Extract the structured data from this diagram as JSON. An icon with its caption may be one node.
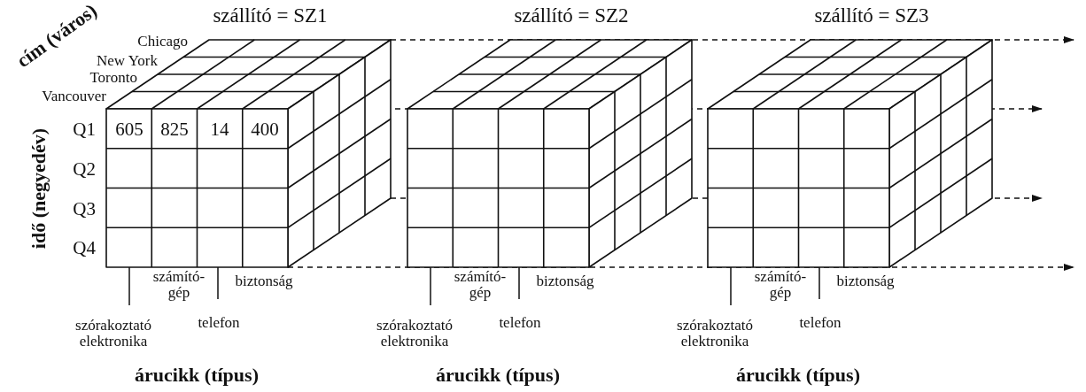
{
  "diagram": {
    "nodes": [
      {
        "text": [
          "szállító = SZ1"
        ]
      },
      {
        "text": [
          "szállító = SZ2"
        ]
      },
      {
        "text": [
          "szállító = SZ3"
        ]
      }
    ],
    "labels": [
      "cím (város)",
      "Chicago",
      "New York",
      "Toronto",
      "Vancouver",
      "idő (negyedév)",
      "Q1",
      "605",
      "825",
      "14",
      "400",
      "Q2",
      "Q3",
      "Q4",
      "számító-gép",
      "biztonság",
      "szórakoztató elektronika",
      "telefon",
      "árucikk (típus)",
      "számító-gép",
      "biztonság",
      "szórakoztató elektronika",
      "telefon",
      "árucikk (típus)",
      "számító-gép",
      "biztonság",
      "szórakoztató elektronika",
      "telefon",
      "árucikk (típus)"
    ]
  }
}
